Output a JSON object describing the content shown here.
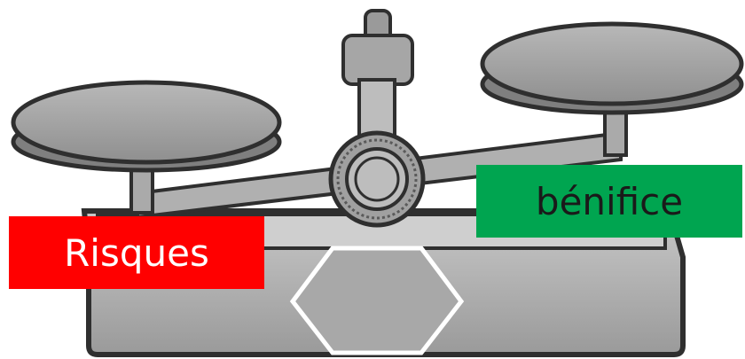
{
  "labels": {
    "risk": "Risques",
    "benefit": "bénifice"
  },
  "colors": {
    "risk_bg": "#ff0000",
    "benefit_bg": "#00a550",
    "metal": "#9a9a9a",
    "metal_light": "#c8c8c8",
    "outline": "#2f2f2f"
  },
  "illustration": {
    "subject": "balance-scale",
    "tilt": "right-pan-higher"
  }
}
